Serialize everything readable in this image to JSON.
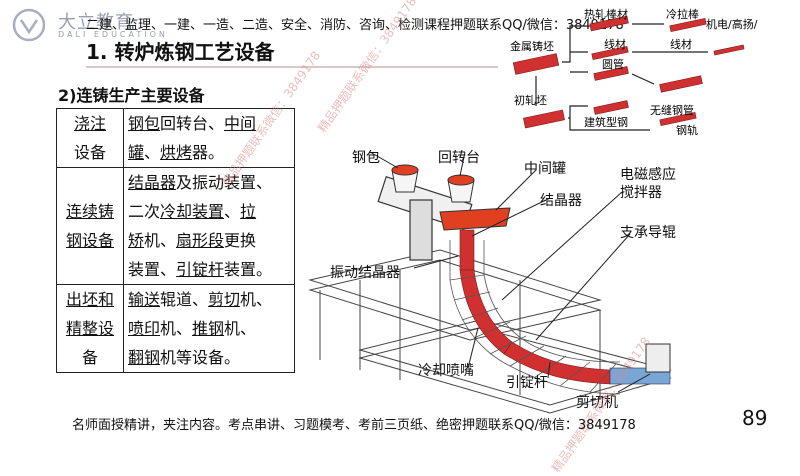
{
  "logo": {
    "name": "大立教育",
    "sub": "DALI EDUCATION"
  },
  "banner": "二建、监理、一建、一造、二造、安全、消防、咨询、检测课程押题联系QQ/微信：3849178",
  "title": "1. 转炉炼钢工艺设备",
  "subtitle": "2)连铸生产主要设备",
  "table": {
    "rows": [
      {
        "cat": [
          "浇注",
          "设备"
        ],
        "desc": [
          [
            "钢包",
            "回转台、",
            "中间"
          ],
          [
            "罐",
            "、",
            "烘烤",
            "器。"
          ]
        ]
      },
      {
        "cat": [
          "连续铸",
          "钢设备"
        ],
        "desc": [
          [
            "结晶器",
            "及振动装置、"
          ],
          [
            "二次",
            "冷却装置",
            "、",
            "拉"
          ],
          [
            "矫",
            "机、",
            "扇形段",
            "更换"
          ],
          [
            "装置、",
            "引锭杆",
            "装置。"
          ]
        ]
      },
      {
        "cat": [
          "出坯和",
          "精整设",
          "备"
        ],
        "desc": [
          [
            "输送",
            "辊道、",
            "剪切",
            "机、"
          ],
          [
            "喷印",
            "机、",
            "推钢",
            "机、"
          ],
          [
            "翻钢",
            "机等设备。"
          ]
        ]
      }
    ]
  },
  "footer": "名师面授精讲，夹注内容。考点串讲、习题模考、考前三页纸、绝密押题联系QQ/微信：3849178",
  "page_number": "89",
  "watermark": "精品押题联系微信：3849178",
  "flow": {
    "metal_billet": "金属铸坯",
    "rough_billet": "初轧坯",
    "hot_rolled_bar": "热轧棒材",
    "cold_drawn_bar": "冷拉棒",
    "wire": "线材",
    "round_tube": "圆管",
    "wire2": "线材",
    "seamless_tube": "无缝钢管",
    "building_steel": "建筑型钢",
    "rail": "钢轨",
    "side_note": "机电/高扬/"
  },
  "machine_labels": {
    "ladle": "钢包",
    "turret": "回转台",
    "tundish": "中间罐",
    "mold": "结晶器",
    "emstir": "电磁感应\n搅拌器",
    "support_roll": "支承导辊",
    "osc_mold": "振动结晶器",
    "spray": "冷却喷嘴",
    "dummy_bar": "引锭杆",
    "shear": "剪切机"
  },
  "colors": {
    "steel_red": "#d03030",
    "title_rule": "#d8c8c8",
    "watermark": "#dd8888"
  }
}
